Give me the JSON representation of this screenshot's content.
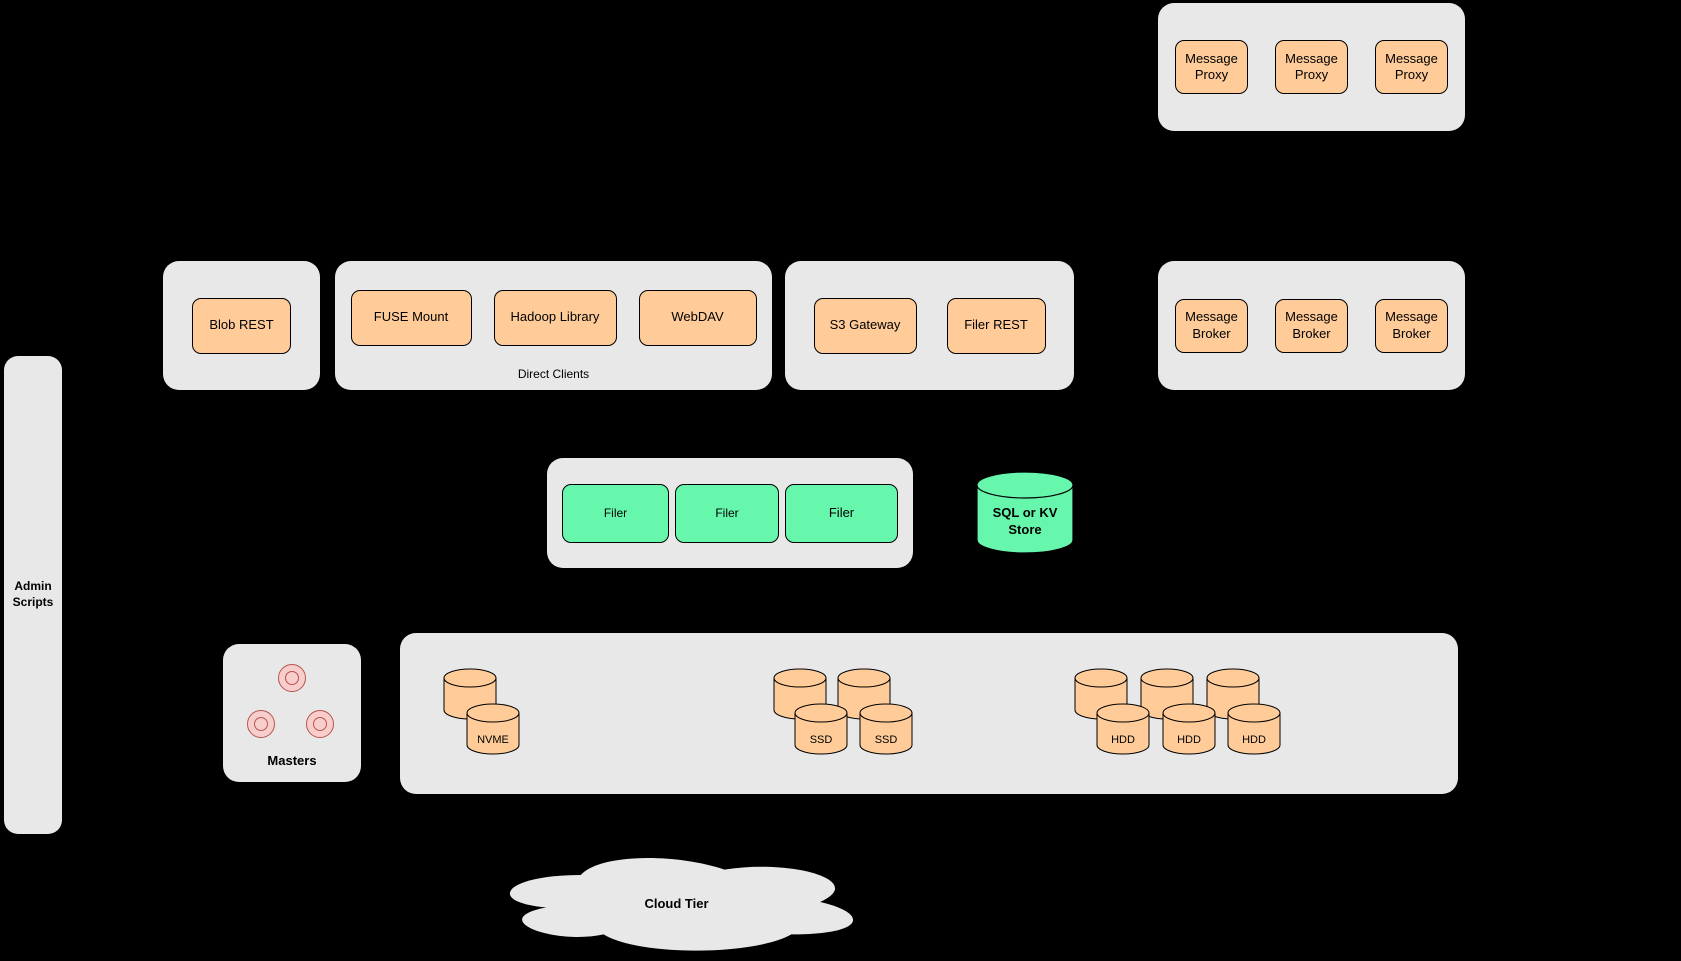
{
  "admin_panel": {
    "label": "Admin Scripts"
  },
  "message_proxy_group": {
    "items": [
      "Message Proxy",
      "Message Proxy",
      "Message Proxy"
    ]
  },
  "blob_group": {
    "items": [
      "Blob REST"
    ]
  },
  "direct_clients_group": {
    "title": "Direct Clients",
    "items": [
      "FUSE Mount",
      "Hadoop Library",
      "WebDAV"
    ]
  },
  "gateway_group": {
    "items": [
      "S3 Gateway",
      "Filer REST"
    ]
  },
  "message_broker_group": {
    "items": [
      "Message Broker",
      "Message Broker",
      "Message Broker"
    ]
  },
  "filer_group": {
    "items": [
      "Filer",
      "Filer",
      "Filer"
    ]
  },
  "metadata_store": {
    "label": "SQL or KV Store"
  },
  "masters_group": {
    "label": "Masters"
  },
  "volume_group": {
    "nvme": {
      "label": "NVME"
    },
    "ssd": {
      "labels": [
        "SSD",
        "SSD"
      ]
    },
    "hdd": {
      "labels": [
        "HDD",
        "HDD",
        "HDD"
      ]
    }
  },
  "cloud_tier": {
    "label": "Cloud Tier"
  },
  "colors": {
    "background": "#000000",
    "panel_gray": "#e8e8e8",
    "node_orange": "#ffcc99",
    "node_green": "#66f7ad",
    "node_pink": "#f8cecc",
    "pink_border": "#b85450",
    "node_border": "#000000"
  }
}
